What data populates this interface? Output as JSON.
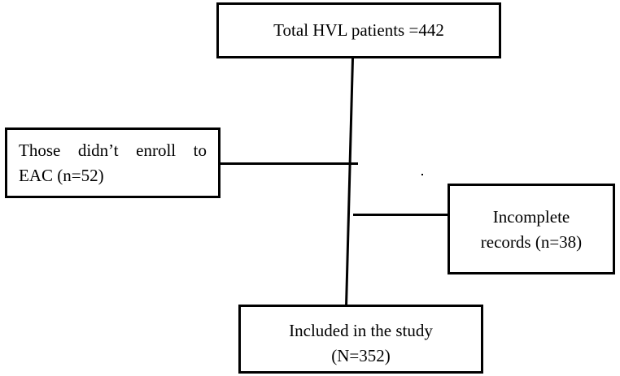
{
  "flowchart": {
    "total": {
      "text": "Total HVL patients =442"
    },
    "excluded_enroll": {
      "line1": "Those didn’t enroll to",
      "line2": "EAC (n=52)"
    },
    "excluded_incomplete": {
      "line1": "Incomplete",
      "line2": "records (n=38)"
    },
    "included": {
      "line1": "Included in the study",
      "line2": "(N=352)"
    }
  }
}
